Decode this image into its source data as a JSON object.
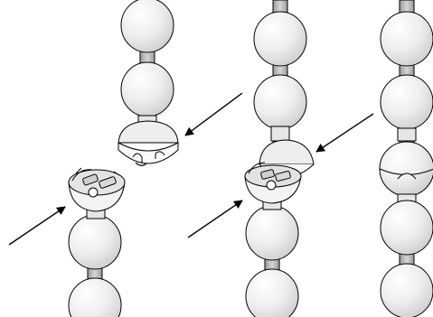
{
  "diagram": {
    "steps": [
      {
        "id": "step-1-separated",
        "state": "connector halves apart"
      },
      {
        "id": "step-2-engaging",
        "state": "connector halves pushed together"
      },
      {
        "id": "step-3-joined",
        "state": "connector closed"
      }
    ],
    "colors": {
      "line": "#000000",
      "bead_fill": "#e9e9e9",
      "bead_highlight": "#ffffff",
      "cord": "#bdbdbd",
      "connector_fill": "#f7f7f7",
      "inner": "#d4d4d4"
    },
    "icons": [
      "bead-icon",
      "cord-icon",
      "connector-cup-icon",
      "arrow-icon"
    ]
  }
}
